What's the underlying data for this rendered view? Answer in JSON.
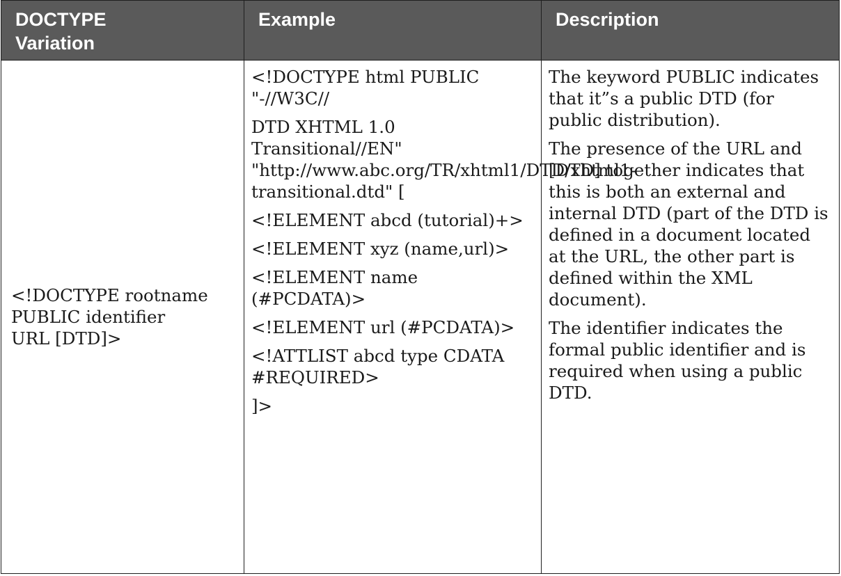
{
  "table": {
    "headers": {
      "variation_line1": "DOCTYPE",
      "variation_line2": "Variation",
      "example": "Example",
      "description": "Description"
    },
    "row": {
      "variation_lines": [
        "<!DOCTYPE rootname",
        "PUBLIC identifier",
        "URL [DTD]>"
      ],
      "example_paragraphs": [
        "<!DOCTYPE html PUBLIC \"-//W3C//",
        "DTD XHTML 1.0 Transitional//EN\" \"http://www.abc.org/TR/xhtml1/DTD/xhtml1-transitional.dtd\" [",
        "<!ELEMENT abcd (tutorial)+>",
        "<!ELEMENT xyz (name,url)>",
        "<!ELEMENT name (#PCDATA)>",
        "<!ELEMENT url (#PCDATA)>",
        "<!ATTLIST abcd type CDATA #REQUIRED>",
        "]>"
      ],
      "description_paragraphs": [
        "The keyword PUBLIC indicates that it”s a public DTD (for public distribution).",
        "The presence of the URL and [DTD] together indicates that this is both an external and internal DTD (part of the DTD is defined in a document located at the URL, the other part is defined within the XML document).",
        "The identifier indicates the formal public identifier and is required when using a public DTD."
      ]
    }
  }
}
